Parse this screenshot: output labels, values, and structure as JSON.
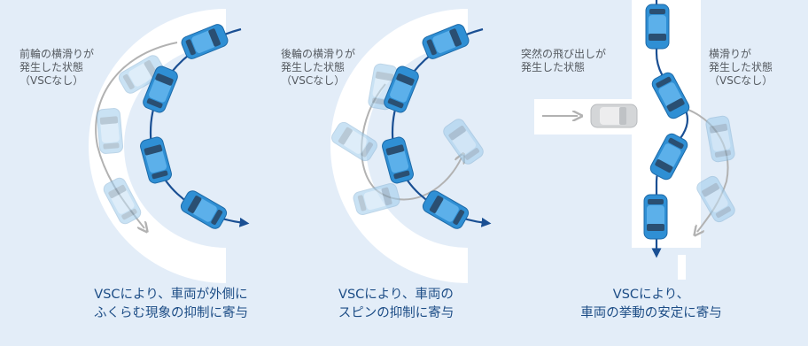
{
  "panels": [
    {
      "label_lines": [
        "前輪の横滑りが",
        "発生した状態",
        "（VSCなし）"
      ],
      "caption_lines": [
        "VSCにより、車両が外側に",
        "ふくらむ現象の抑制に寄与"
      ]
    },
    {
      "label_lines": [
        "後輪の横滑りが",
        "発生した状態",
        "（VSCなし）"
      ],
      "caption_lines": [
        "VSCにより、車両の",
        "スピンの抑制に寄与"
      ]
    },
    {
      "label_lines": [
        "突然の飛び出しが",
        "発生した状態"
      ],
      "label2_lines": [
        "横滑りが",
        "発生した状態",
        "（VSCなし）"
      ],
      "caption_lines": [
        "VSCにより、",
        "車両の挙動の安定に寄与"
      ]
    }
  ],
  "colors": {
    "background": "#e3edf8",
    "road": "#ffffff",
    "vsc_car": "#2f8fd4",
    "vsc_path": "#1a4f93",
    "ghost_car": "#9ecbec",
    "ghost_path": "#b2b2b2",
    "caption_text": "#1d4d86",
    "label_text": "#555a60",
    "crossing_car": "#d4d6d8"
  }
}
